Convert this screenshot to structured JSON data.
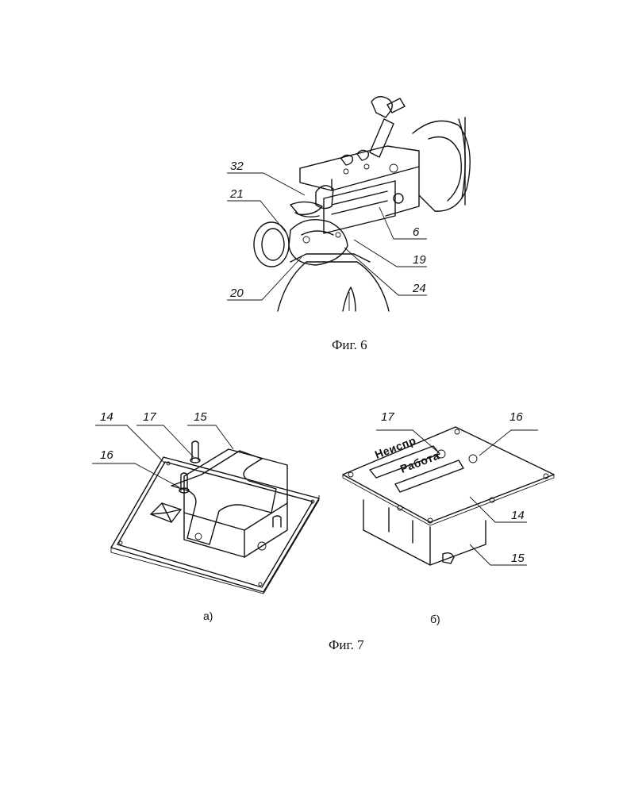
{
  "figure6": {
    "caption": "Фиг. 6",
    "labels": {
      "l32": "32",
      "l21": "21",
      "l6": "6",
      "l19": "19",
      "l20": "20",
      "l24": "24"
    }
  },
  "figure7": {
    "caption": "Фиг. 7",
    "panel_a": {
      "sublabel": "а)",
      "labels": {
        "l14": "14",
        "l17": "17",
        "l15": "15",
        "l16": "16"
      }
    },
    "panel_b": {
      "sublabel": "б)",
      "labels": {
        "l17": "17",
        "l16": "16",
        "l14": "14",
        "l15": "15"
      },
      "plate_text": {
        "top": "Неиспр",
        "bottom": "Работа"
      }
    }
  }
}
